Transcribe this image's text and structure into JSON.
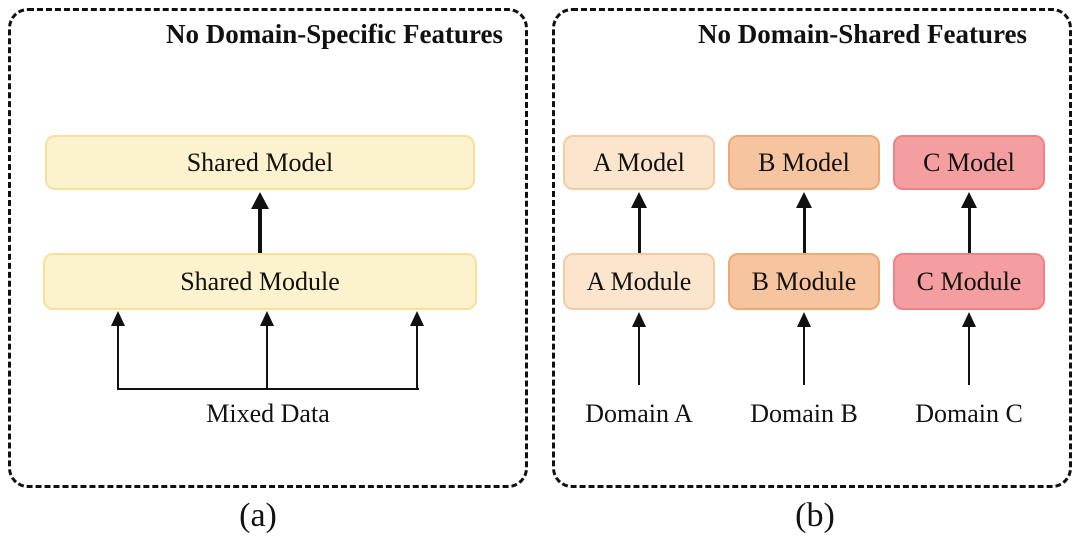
{
  "figure": {
    "panels": [
      {
        "id": "a",
        "title": "No Domain-Specific Features",
        "caption": "(a)",
        "shared_model_label": "Shared Model",
        "shared_module_label": "Shared Module",
        "mixed_data_label": "Mixed Data"
      },
      {
        "id": "b",
        "title": "No Domain-Shared Features",
        "caption": "(b)",
        "columns": [
          {
            "model": "A Model",
            "module": "A Module",
            "domain": "Domain A",
            "fill": "#FBE6CD",
            "border": "#F4CBA3"
          },
          {
            "model": "B Model",
            "module": "B Module",
            "domain": "Domain B",
            "fill": "#F6C49E",
            "border": "#EFA977"
          },
          {
            "model": "C Model",
            "module": "C Module",
            "domain": "Domain C",
            "fill": "#F59EA0",
            "border": "#EE8286"
          }
        ]
      }
    ],
    "colors": {
      "shared_box_fill": "#FDF2CE",
      "shared_box_border": "#F8E09A",
      "panel_border": "#111111",
      "arrow": "#111111",
      "background": "#FFFFFF",
      "text": "#111111"
    }
  }
}
